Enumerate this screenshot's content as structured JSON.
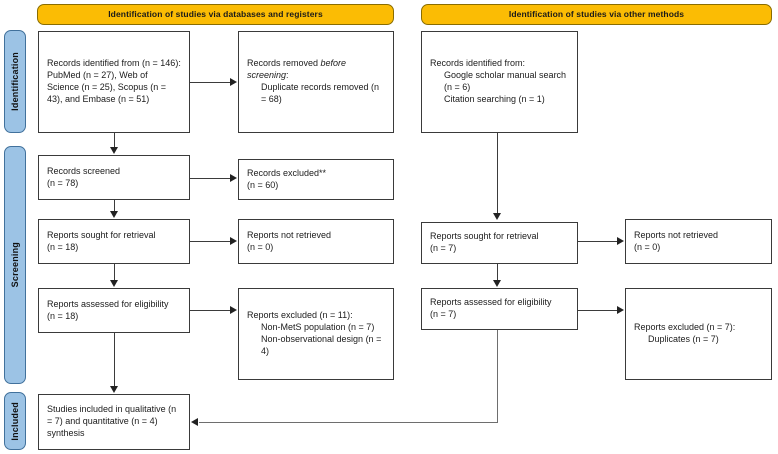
{
  "diagram": {
    "type": "prisma-flow-diagram",
    "title": "PRISMA 2020 flow diagram",
    "colors": {
      "banner_fill": "#FBBC04",
      "stage_fill": "#9CC3E5",
      "stage_border": "#41719C",
      "box_border": "#3A3A3A",
      "connector": "#3B3B3B",
      "background": "#FFFFFF",
      "text": "#1B1B1B"
    }
  },
  "banners": [
    {
      "id": "databases-registers",
      "label": "Identification of studies via databases and registers"
    },
    {
      "id": "other-methods",
      "label": "Identification of studies via other methods"
    }
  ],
  "stages": [
    {
      "id": "identification",
      "label": "Identification"
    },
    {
      "id": "screening",
      "label": "Screening"
    },
    {
      "id": "included",
      "label": "Included"
    }
  ],
  "boxes": {
    "records_identified": {
      "lines": [
        "Records identified from (n = 146):",
        "PubMed (n = 27), Web of Science (n = 25), Scopus (n = 43), and Embase (n = 51)"
      ],
      "text": "Records identified from (n = 146):\nPubMed (n = 27), Web of Science (n = 25), Scopus (n = 43), and Embase (n = 51)"
    },
    "records_removed": {
      "head_plain": "Records removed ",
      "head_italic": "before screening",
      "head_colon": ":",
      "sub": "Duplicate records removed (n = 68)"
    },
    "records_screened": {
      "text": "Records screened\n(n = 78)"
    },
    "records_excluded": {
      "text": "Records excluded**\n(n = 60)"
    },
    "reports_sought_db": {
      "text": "Reports sought for retrieval\n(n = 18)"
    },
    "reports_not_retrieved_db": {
      "text": "Reports not retrieved\n(n = 0)"
    },
    "reports_assessed_db": {
      "text": "Reports assessed for eligibility\n(n = 18)"
    },
    "reports_excluded_db": {
      "head": "Reports excluded (n = 11):",
      "sub1": "Non-MetS population (n = 7)",
      "sub2": "Non-observational design (n = 4)"
    },
    "records_identified_other": {
      "head": "Records identified from:",
      "sub1": "Google scholar manual search (n = 6)",
      "sub2": "Citation searching (n = 1)"
    },
    "reports_sought_other": {
      "text": "Reports sought for retrieval\n(n = 7)"
    },
    "reports_not_retrieved_other": {
      "text": "Reports not retrieved\n(n = 0)"
    },
    "reports_assessed_other": {
      "text": "Reports assessed for eligibility\n(n = 7)"
    },
    "reports_excluded_other": {
      "head": "Reports excluded (n = 7):",
      "sub1": "Duplicates (n = 7)"
    },
    "studies_included": {
      "text": "Studies included in qualitative (n = 7) and quantitative (n = 4) synthesis"
    }
  },
  "counts": {
    "records_identified_total": 146,
    "pubmed": 27,
    "web_of_science": 25,
    "scopus": 43,
    "embase": 51,
    "duplicates_removed": 68,
    "records_screened": 78,
    "records_excluded": 60,
    "reports_sought_db": 18,
    "reports_not_retrieved_db": 0,
    "reports_assessed_db": 18,
    "reports_excluded_db": 11,
    "non_mets_population": 7,
    "non_observational_design": 4,
    "google_scholar_manual_search": 6,
    "citation_searching": 1,
    "reports_sought_other": 7,
    "reports_not_retrieved_other": 0,
    "reports_assessed_other": 7,
    "reports_excluded_other": 7,
    "duplicates_other": 7,
    "studies_qualitative": 7,
    "studies_quantitative": 4
  }
}
